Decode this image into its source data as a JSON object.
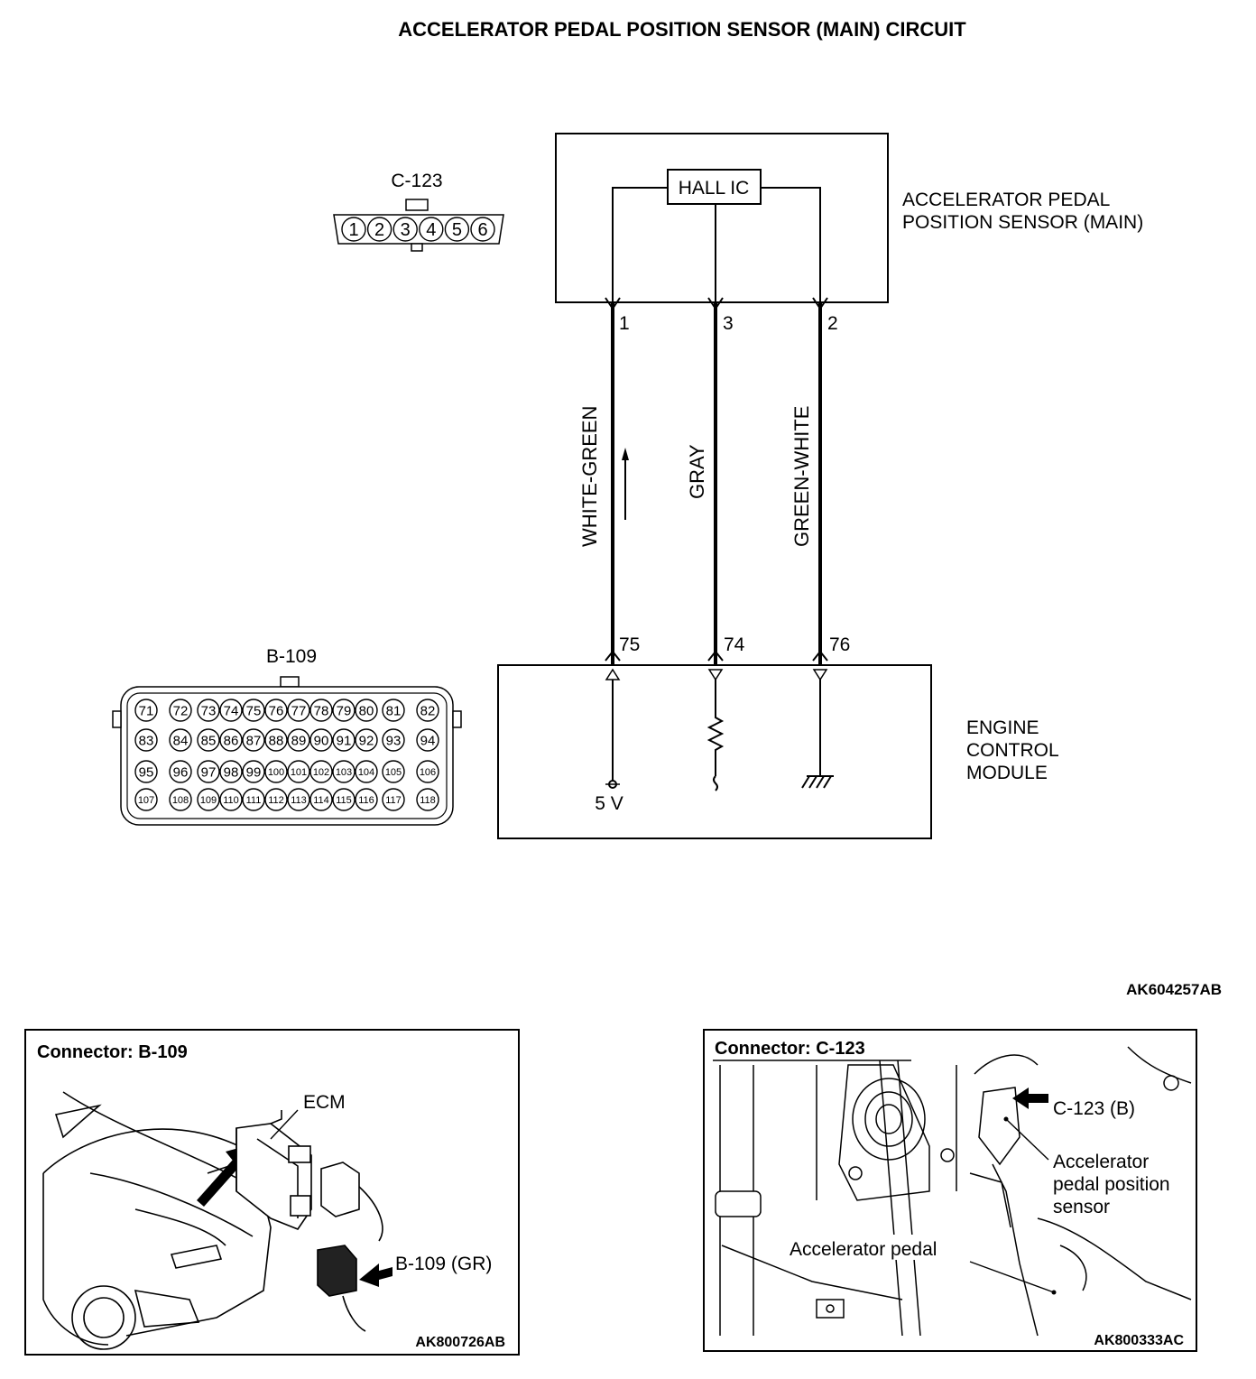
{
  "title": "ACCELERATOR PEDAL POSITION SENSOR (MAIN) CIRCUIT",
  "sensor": {
    "chip_label": "HALL IC",
    "name_line1": "ACCELERATOR PEDAL",
    "name_line2": "POSITION SENSOR (MAIN)"
  },
  "ecm": {
    "name_line1": "ENGINE",
    "name_line2": "CONTROL",
    "name_line3": "MODULE",
    "supply_label": "5 V"
  },
  "wires": [
    {
      "sensor_pin": "1",
      "ecm_pin": "75",
      "color_label": "WHITE-GREEN"
    },
    {
      "sensor_pin": "3",
      "ecm_pin": "74",
      "color_label": "GRAY"
    },
    {
      "sensor_pin": "2",
      "ecm_pin": "76",
      "color_label": "GREEN-WHITE"
    }
  ],
  "connector_c123": {
    "label": "C-123",
    "pins": [
      "1",
      "2",
      "3",
      "4",
      "5",
      "6"
    ]
  },
  "connector_b109": {
    "label": "B-109",
    "rows": [
      [
        "71",
        "72",
        "73",
        "74",
        "75",
        "76",
        "77",
        "78",
        "79",
        "80",
        "81",
        "82"
      ],
      [
        "83",
        "84",
        "85",
        "86",
        "87",
        "88",
        "89",
        "90",
        "91",
        "92",
        "93",
        "94"
      ],
      [
        "95",
        "96",
        "97",
        "98",
        "99",
        "100",
        "101",
        "102",
        "103",
        "104",
        "105",
        "106"
      ],
      [
        "107",
        "108",
        "109",
        "110",
        "111",
        "112",
        "113",
        "114",
        "115",
        "116",
        "117",
        "118"
      ]
    ]
  },
  "diagram_code": "AK604257AB",
  "panel_left": {
    "title": "Connector: B-109",
    "ecm_label": "ECM",
    "connector_label": "B-109 (GR)",
    "code": "AK800726AB"
  },
  "panel_right": {
    "title": "Connector: C-123",
    "connector_label": "C-123 (B)",
    "sensor_line1": "Accelerator",
    "sensor_line2": "pedal position",
    "sensor_line3": "sensor",
    "pedal_label": "Accelerator pedal",
    "code": "AK800333AC"
  }
}
